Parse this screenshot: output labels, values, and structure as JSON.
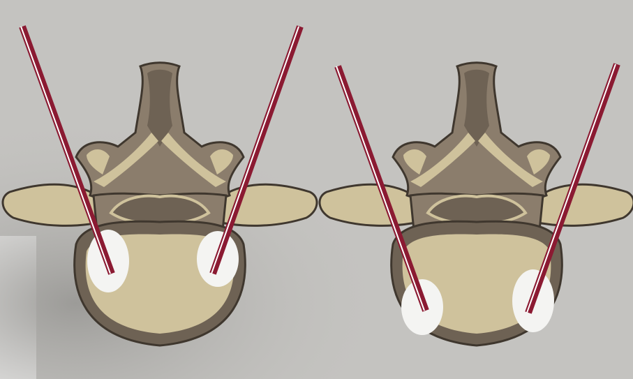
{
  "diagram": {
    "panels": [
      {
        "id": "left-panel",
        "needle_tip_position": "mid-body"
      },
      {
        "id": "right-panel",
        "needle_tip_position": "anterior-body"
      }
    ],
    "colors": {
      "background": "#c4c3c0",
      "bone_dark": "#6e6254",
      "bone_mid": "#8b7d6c",
      "bone_light": "#cfc29c",
      "bone_outline": "#3f372e",
      "cement": "#f4f4f2",
      "needle": "#8b1a32",
      "needle_highlight": "#ffffff"
    }
  }
}
